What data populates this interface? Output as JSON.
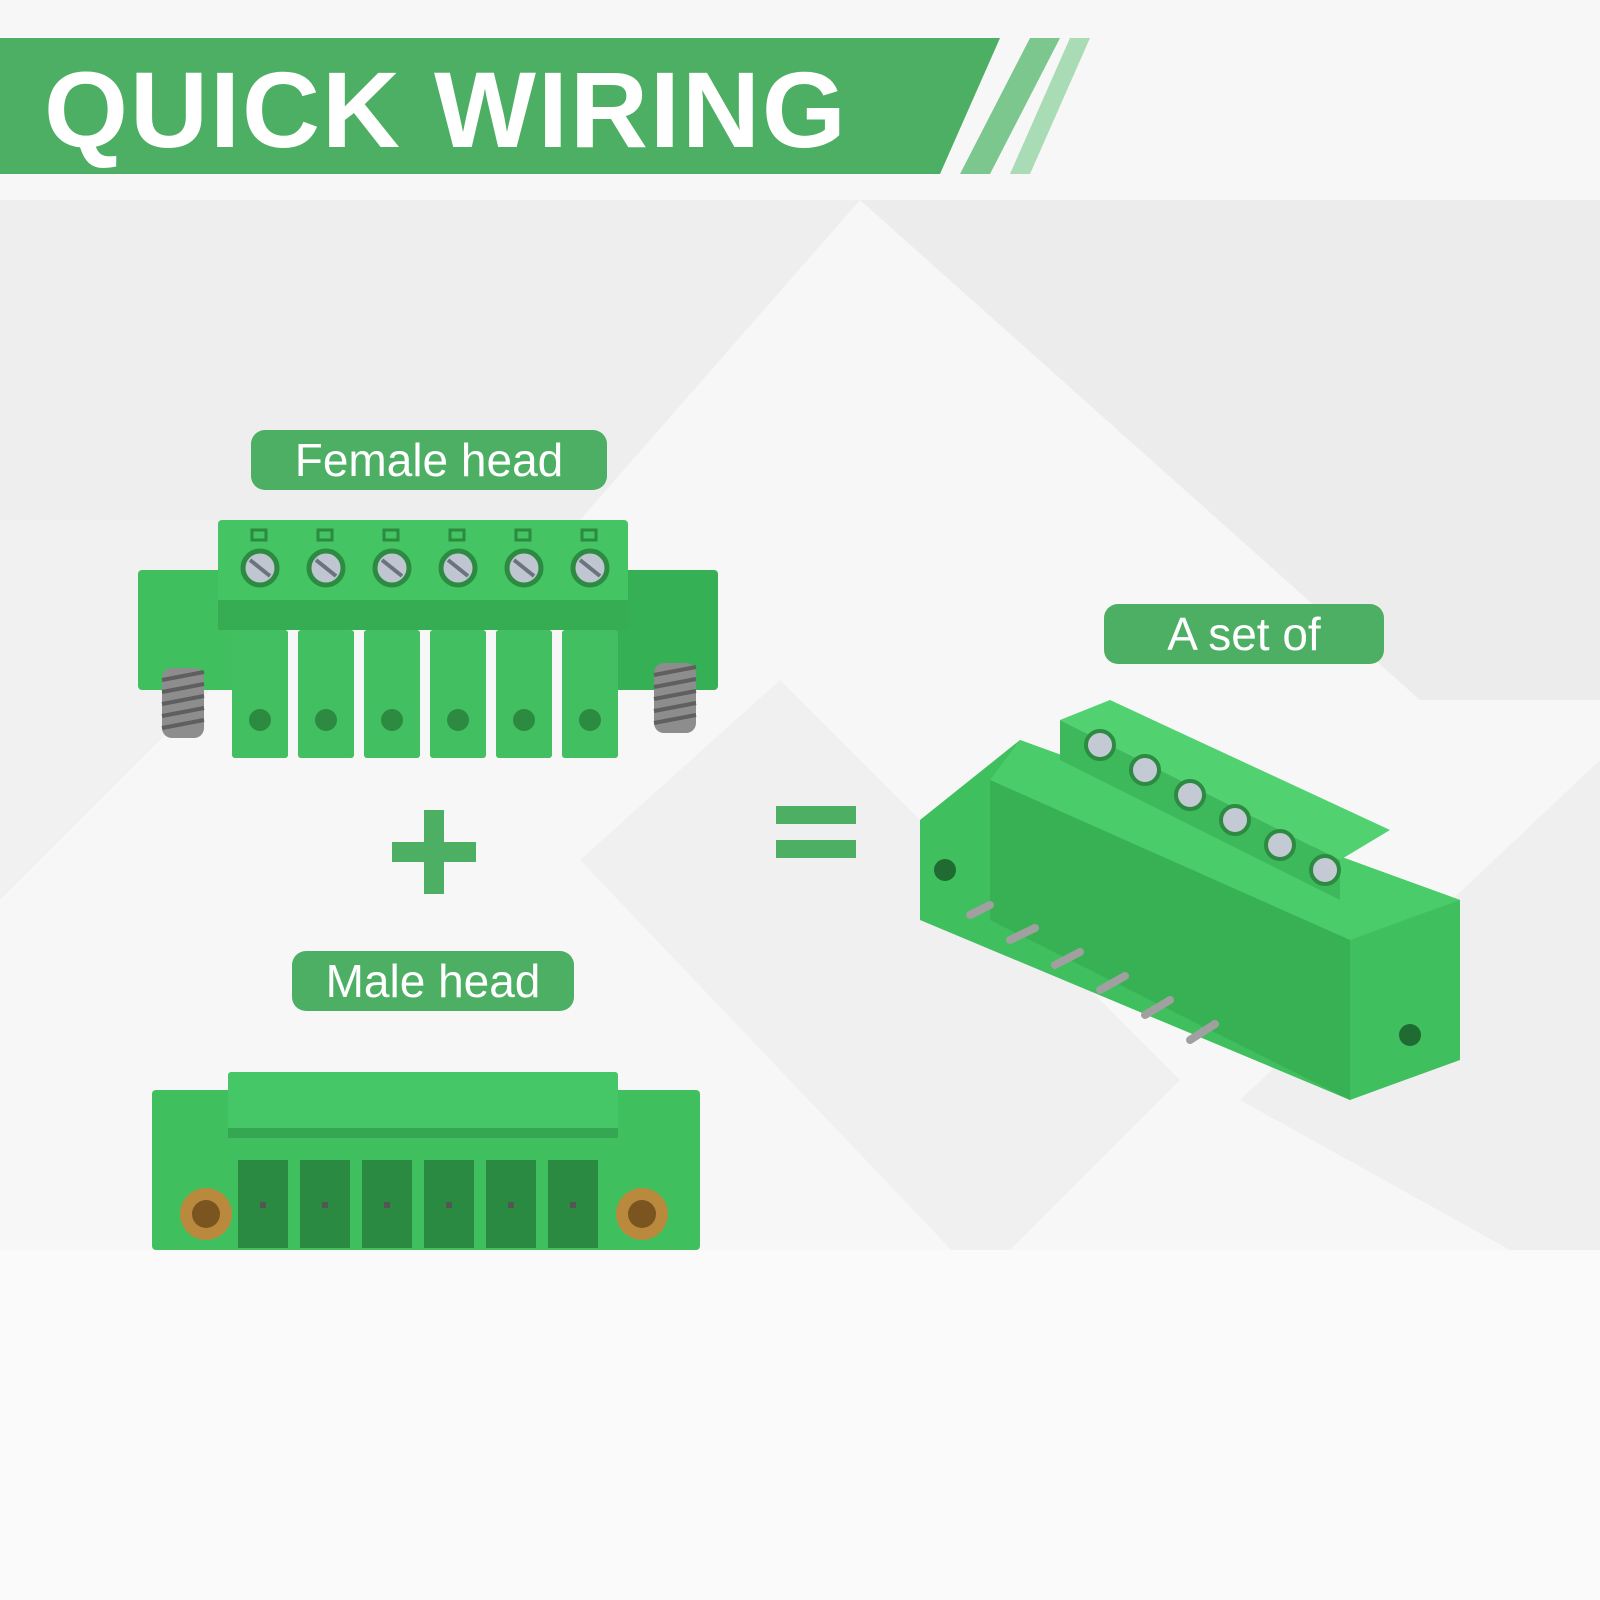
{
  "banner": {
    "title": "QUICK WIRING"
  },
  "labels": {
    "female": "Female head",
    "male": "Male head",
    "set": "A set of"
  },
  "operators": {
    "plus": "plus-sign",
    "equals": "equals-sign"
  },
  "colors": {
    "brand_green": "#4caf63",
    "connector_green": "#3fbf5e",
    "connector_dark": "#2f9a49",
    "background": "#f6f6f6"
  },
  "products": [
    {
      "name": "female-head-connector",
      "pins": 6
    },
    {
      "name": "male-head-connector",
      "pins": 6
    },
    {
      "name": "assembled-connector-set",
      "pins": 6
    }
  ]
}
